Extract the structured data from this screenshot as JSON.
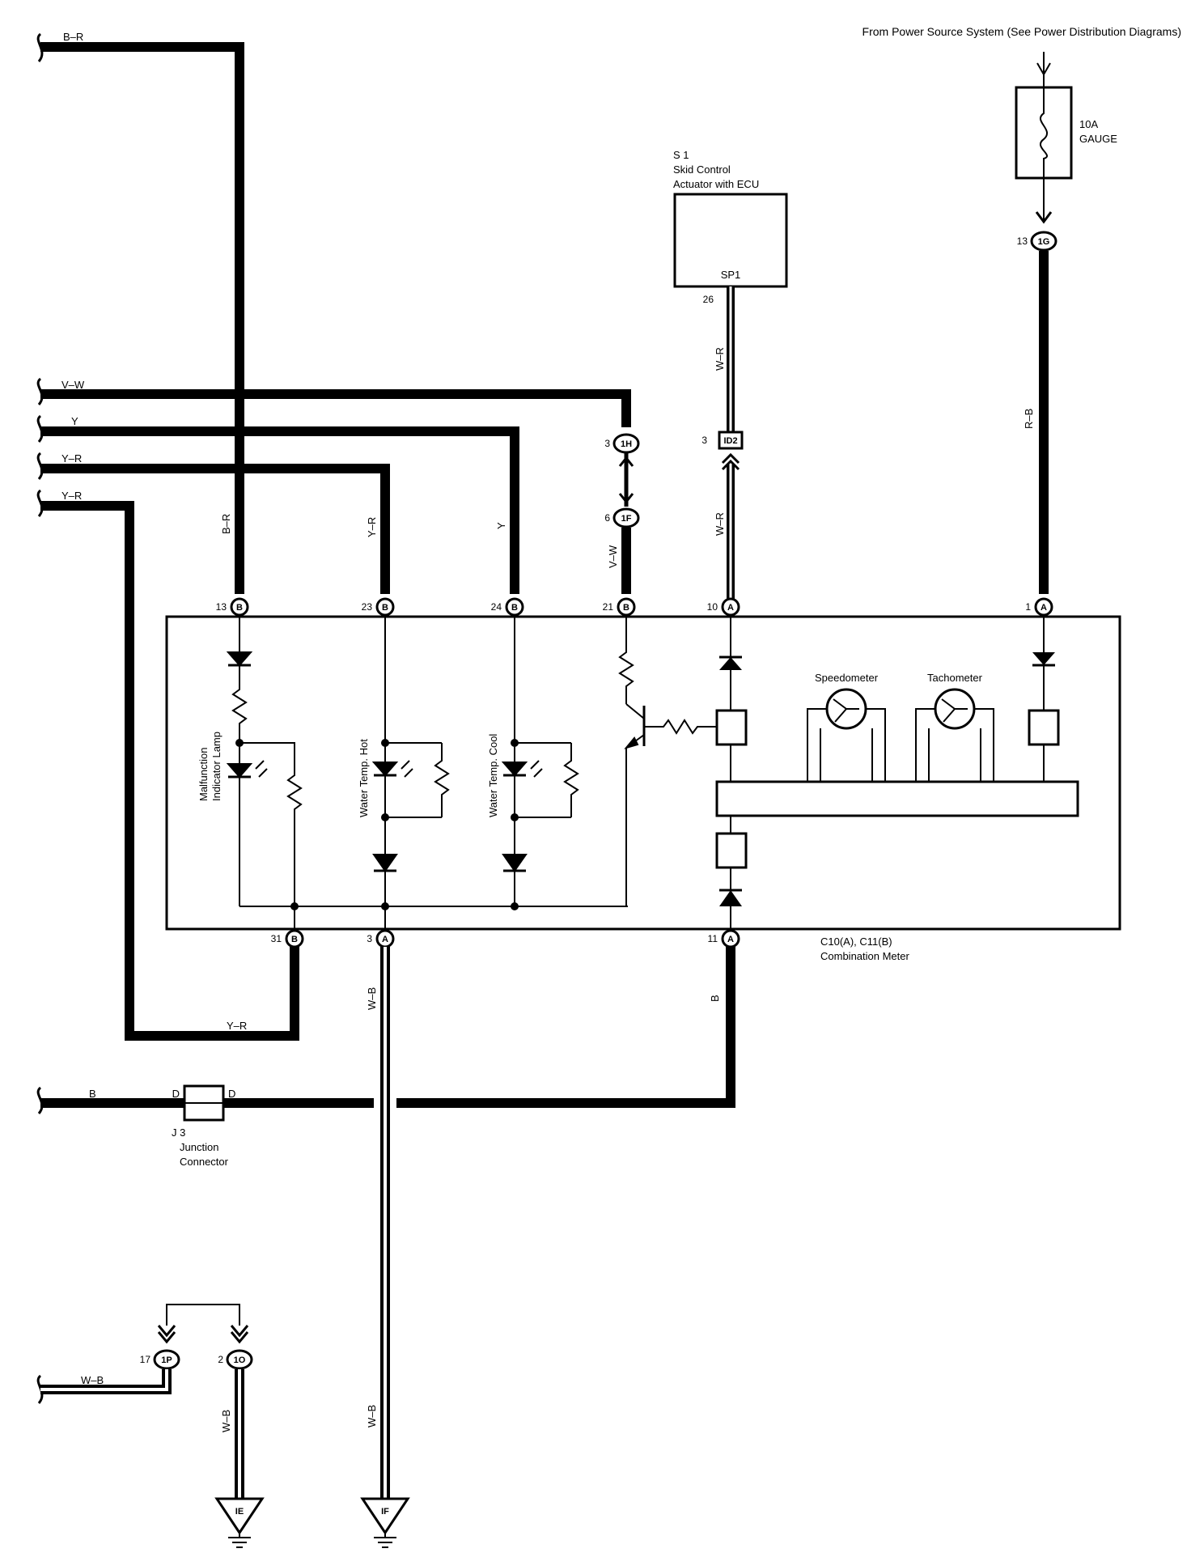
{
  "power_source": "From Power Source System (See Power Distribution Diagrams)",
  "fuse": {
    "rating": "10A",
    "name": "GAUGE"
  },
  "ecu": {
    "id": "S 1",
    "name_line1": "Skid Control",
    "name_line2": "Actuator with ECU",
    "terminal": "SP1",
    "pin": "26"
  },
  "wires": {
    "b_r": "B–R",
    "v_w": "V–W",
    "y": "Y",
    "y_r": "Y–R",
    "y_r_2": "Y–R",
    "y_r_bottom": "Y–R",
    "w_r": "W–R",
    "r_b": "R–B",
    "w_b": "W–B",
    "b": "B"
  },
  "connectors": {
    "c1h": {
      "pin": "3",
      "code": "1H"
    },
    "c1f": {
      "pin": "6",
      "code": "1F"
    },
    "cid2": {
      "pin": "3",
      "code": "ID2"
    },
    "c1g": {
      "pin": "13",
      "code": "1G"
    },
    "c1p": {
      "pin": "17",
      "code": "1P"
    },
    "c1o": {
      "pin": "2",
      "code": "1O"
    }
  },
  "meter_pins_top": [
    {
      "num": "13",
      "code": "B"
    },
    {
      "num": "23",
      "code": "B"
    },
    {
      "num": "24",
      "code": "B"
    },
    {
      "num": "21",
      "code": "B"
    },
    {
      "num": "10",
      "code": "A"
    },
    {
      "num": "1",
      "code": "A"
    }
  ],
  "meter_pins_bottom": [
    {
      "num": "31",
      "code": "B"
    },
    {
      "num": "3",
      "code": "A"
    },
    {
      "num": "11",
      "code": "A"
    }
  ],
  "meter": {
    "name_line1": "C10(A), C11(B)",
    "name_line2": "Combination Meter",
    "speedometer": "Speedometer",
    "tachometer": "Tachometer",
    "mil_line1": "Malfunction",
    "mil_line2": "Indicator Lamp",
    "water_hot": "Water Temp.  Hot",
    "water_cool": "Water Temp.  Cool"
  },
  "junction": {
    "id": "J 3",
    "line1": "Junction",
    "line2": "Connector",
    "left": "D",
    "right": "D"
  },
  "grounds": {
    "ie": "IE",
    "if": "IF"
  }
}
